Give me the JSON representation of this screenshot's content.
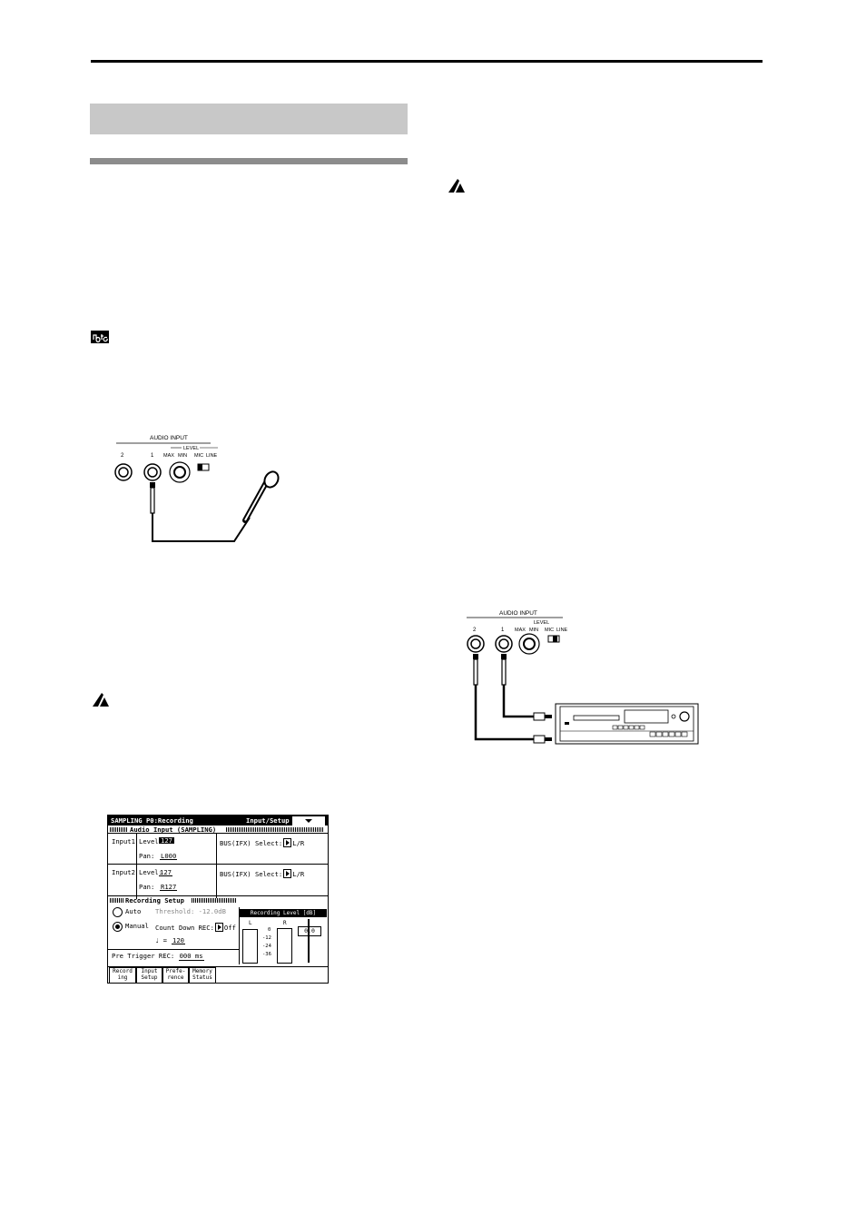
{
  "lcd": {
    "title": "SAMPLING P0:Recording",
    "page_menu": "Input/Setup",
    "audio_input_header": "Audio Input (SAMPLING)",
    "input1": {
      "label": "Input1",
      "level_label": "Level:",
      "level": "127",
      "pan_label": "Pan:",
      "pan": "L000",
      "bus_label": "BUS(IFX) Select:",
      "bus": "L/R"
    },
    "input2": {
      "label": "Input2",
      "level_label": "Level:",
      "level": "127",
      "pan_label": "Pan:",
      "pan": "R127",
      "bus_label": "BUS(IFX) Select:",
      "bus": "L/R"
    },
    "recording_setup_header": "Recording Setup",
    "auto_label": "Auto",
    "threshold_text": "Threshold:  -12.0dB",
    "manual_label": "Manual",
    "countdown_label": "Count Down REC:",
    "countdown_value": "Off",
    "tempo_symbol": "♩ =",
    "tempo_value": "120",
    "pretrigger_label": "Pre Trigger REC:",
    "pretrigger_value": "000 ms",
    "rec_level_header": "Recording Level [dB]",
    "meter_L": "L",
    "meter_R": "R",
    "scale": [
      "0",
      "-12",
      "-24",
      "-36"
    ],
    "fader_value": "0.0",
    "tabs": [
      "Record ing",
      "Input Setup",
      "Prefe- rence",
      "Memory Status"
    ]
  },
  "diagram1": {
    "audio_input": "AUDIO INPUT",
    "level": "LEVEL",
    "jack2": "2",
    "jack1": "1",
    "max": "MAX",
    "min": "MIN",
    "mic": "MIC",
    "line": "LINE"
  },
  "diagram2": {
    "audio_input": "AUDIO INPUT",
    "level": "LEVEL",
    "jack2": "2",
    "jack1": "1",
    "max": "MAX",
    "min": "MIN",
    "mic": "MIC",
    "line": "LINE"
  },
  "icons": {
    "note": "note-icon",
    "warning": "warning-icon"
  }
}
